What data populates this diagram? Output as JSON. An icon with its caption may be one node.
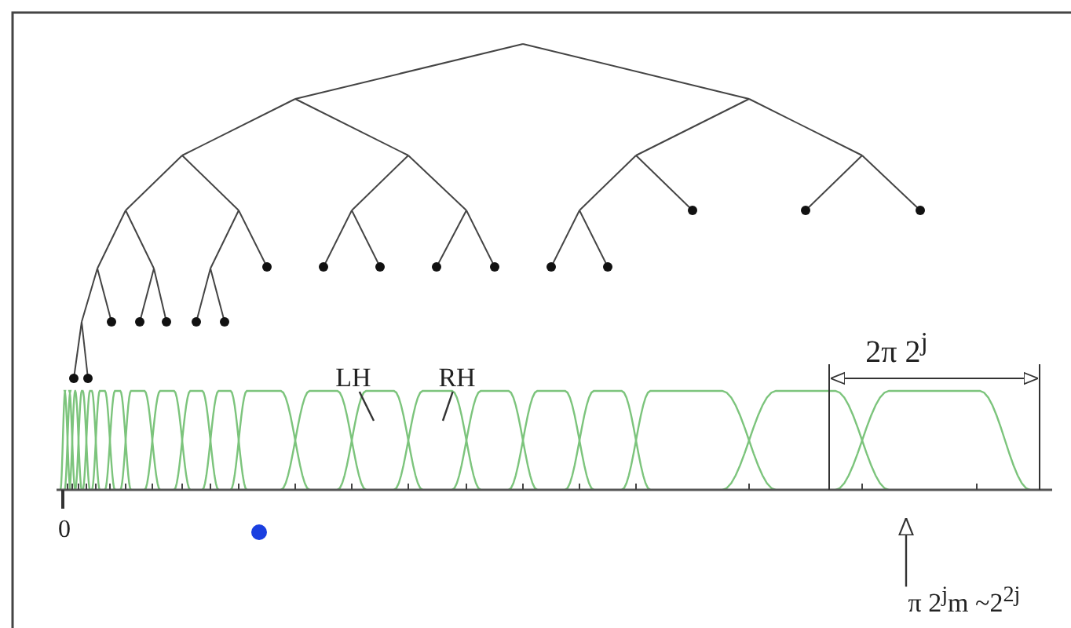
{
  "diagram": {
    "nodes": [
      {
        "text": [
          "LH"
        ]
      },
      {
        "text": [
          "RH"
        ]
      },
      {
        "text": [
          "π 2$^{j}$m ~2$^{2j}$"
        ]
      }
    ],
    "edges": [
      {
        "from": 0,
        "to": null,
        "arrow": "none"
      },
      {
        "from": 1,
        "to": null,
        "arrow": "none"
      },
      {
        "from": 2,
        "to": null,
        "arrow": "to"
      }
    ],
    "labels": [
      "2π 2$^{j}$",
      "0"
    ]
  }
}
